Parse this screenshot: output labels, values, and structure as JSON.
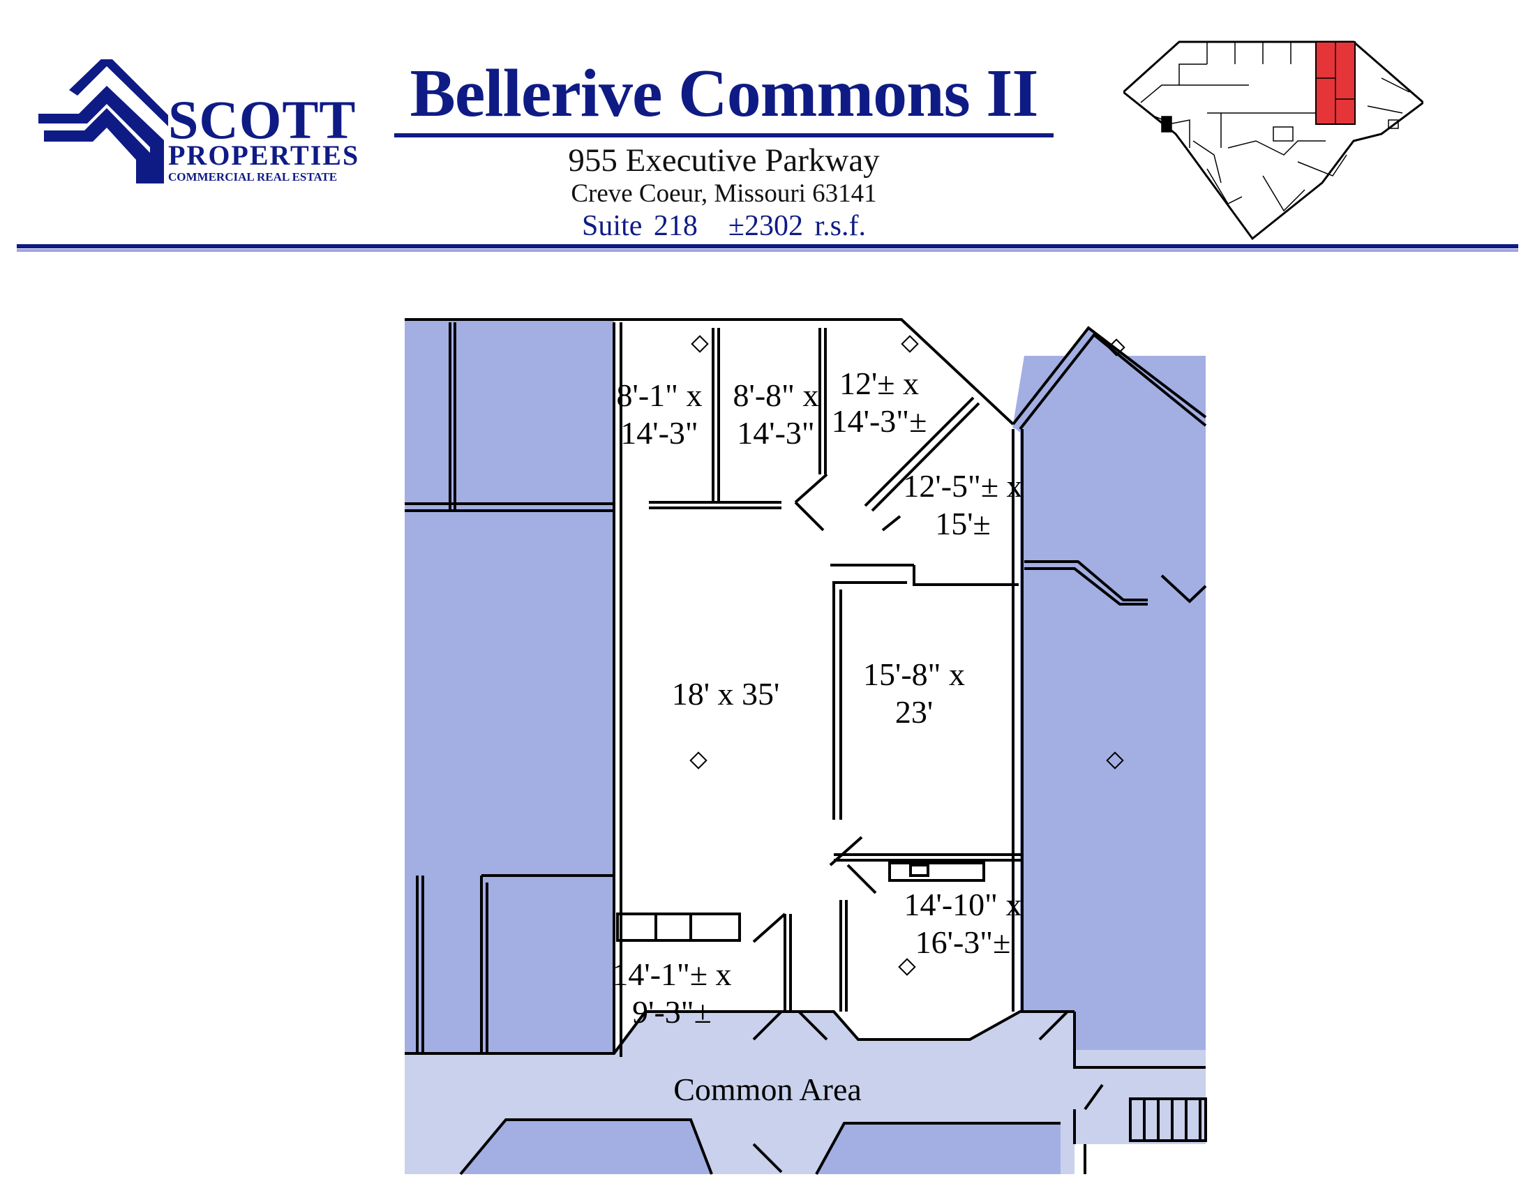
{
  "logo": {
    "name": "SCOTT",
    "line2": "PROPERTIES",
    "line3": "COMMERCIAL REAL ESTATE"
  },
  "header": {
    "title": "Bellerive Commons II",
    "address": "955 Executive Parkway",
    "city": "Creve Coeur, Missouri  63141",
    "suite": "Suite 218",
    "area": "±2302 r.s.f."
  },
  "rooms": [
    {
      "id": "r1",
      "line1": "8'-1\" x",
      "line2": "14'-3\""
    },
    {
      "id": "r2",
      "line1": "8'-8\" x",
      "line2": "14'-3\""
    },
    {
      "id": "r3",
      "line1": "12'± x",
      "line2": "14'-3\"±"
    },
    {
      "id": "r4",
      "line1": "12'-5\"± x",
      "line2": "15'±"
    },
    {
      "id": "r5",
      "line1": "18' x 35'",
      "line2": ""
    },
    {
      "id": "r6",
      "line1": "15'-8\" x",
      "line2": "23'"
    },
    {
      "id": "r7",
      "line1": "14'-10\" x",
      "line2": "16'-3\"±"
    },
    {
      "id": "r8",
      "line1": "14'-1\"± x",
      "line2": "9'-3\"±"
    }
  ],
  "common_area": "Common Area",
  "colors": {
    "brand": "#0f1b85",
    "tenant_space": "#a3afe3",
    "common_area": "#c9d1ec",
    "highlight": "#e53539"
  }
}
